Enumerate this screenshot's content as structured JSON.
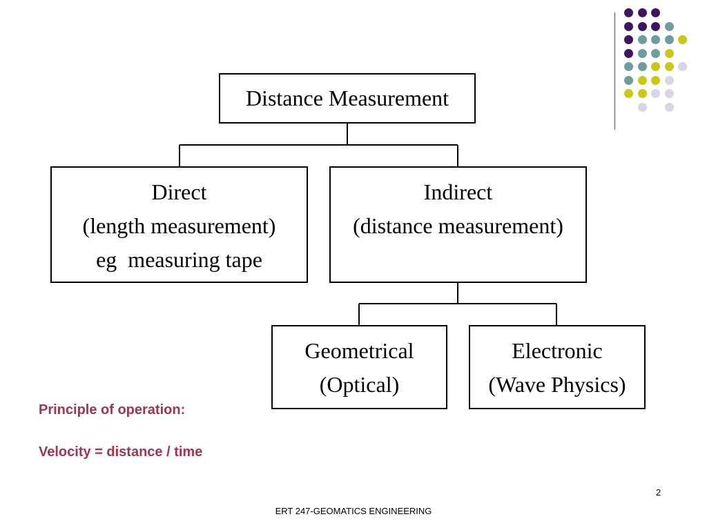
{
  "diagram": {
    "root": {
      "label": "Distance Measurement"
    },
    "direct": {
      "lines": [
        "Direct",
        "(length measurement)",
        "eg  measuring tape"
      ]
    },
    "indirect": {
      "lines": [
        "Indirect",
        "(distance measurement)"
      ]
    },
    "geometrical": {
      "lines": [
        "Geometrical",
        "(Optical)"
      ]
    },
    "electronic": {
      "lines": [
        "Electronic",
        "(Wave Physics)"
      ]
    }
  },
  "notes": {
    "principle": "Principle of operation:",
    "velocity": "Velocity = distance / time"
  },
  "footer": {
    "course": "ERT 247-GEOMATICS ENGINEERING",
    "page_number": "2"
  },
  "colors": {
    "purple": "#3f1463",
    "teal": "#6f9c9c",
    "lime": "#c9c818",
    "lavender": "#d6d6e6",
    "note_text": "#a1344f"
  }
}
